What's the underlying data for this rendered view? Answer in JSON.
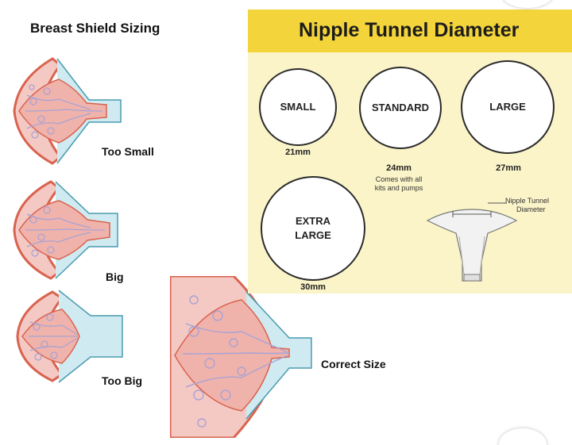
{
  "left": {
    "title": "Breast Shield Sizing",
    "captions": {
      "too_small": "Too Small",
      "big": "Big",
      "too_big": "Too Big",
      "correct": "Correct Size"
    }
  },
  "panel": {
    "title": "Nipple Tunnel Diameter",
    "sizes": [
      {
        "label": "SMALL",
        "mm": "21mm"
      },
      {
        "label": "STANDARD",
        "mm": "24mm",
        "note_line1": "Comes with all",
        "note_line2": "kits and pumps"
      },
      {
        "label": "LARGE",
        "mm": "27mm"
      },
      {
        "label_line1": "EXTRA",
        "label_line2": "LARGE",
        "mm": "30mm"
      }
    ],
    "tunnel_label_line1": "Nipple Tunnel",
    "tunnel_label_line2": "Diameter"
  },
  "colors": {
    "panel_header": "#f3d43a",
    "panel_bg": "#fbf4c8",
    "tissue": "#f4c9c4",
    "tissue_edge": "#d9634f",
    "lobule": "#a9a2d4",
    "shield": "#cfeaf0"
  }
}
